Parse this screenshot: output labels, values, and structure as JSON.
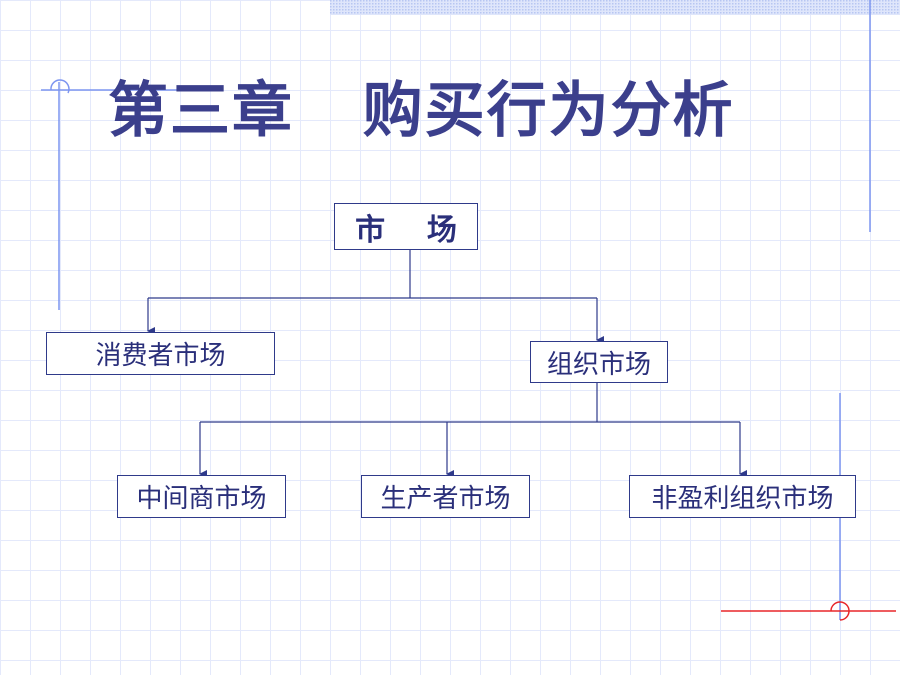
{
  "title": "第三章   购买行为分析",
  "diagram": {
    "root": "市    场",
    "consumer": "消费者市场",
    "organization": "组织市场",
    "children": [
      "中间商市场",
      "生产者市场",
      "非盈利组织市场"
    ]
  },
  "colors": {
    "title": "#3b3f8c",
    "line": "#2f3a8a",
    "accent_red": "#e8262a",
    "accent_blue": "#7d95f0"
  }
}
